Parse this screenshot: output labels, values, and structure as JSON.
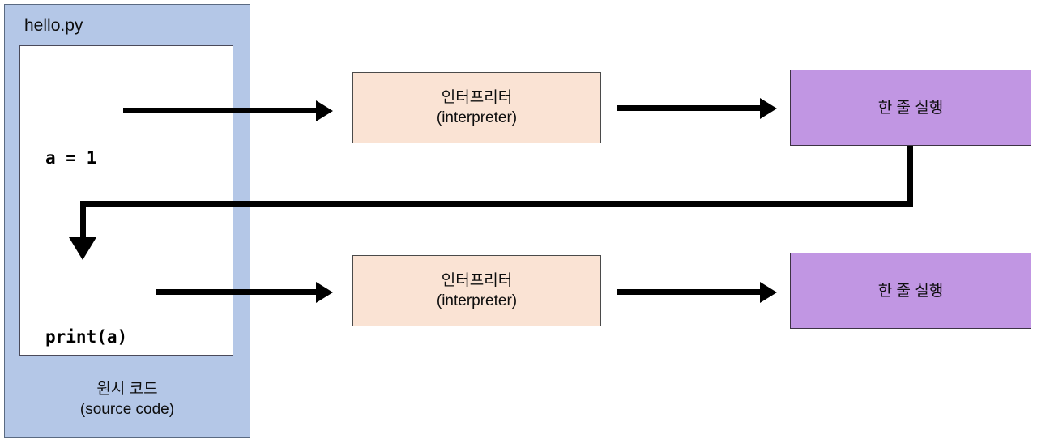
{
  "diagram": {
    "title": "Python interpreter line-by-line execution flow",
    "colors": {
      "source_container_fill": "#b4c7e7",
      "source_container_border": "#5a6a82",
      "code_area_fill": "#ffffff",
      "code_area_border": "#4a4a5a",
      "interpreter_fill": "#fae3d4",
      "interpreter_border": "#4a4a4a",
      "execute_fill": "#c196e3",
      "execute_border": "#3d3344",
      "arrow_color": "#000000",
      "text_color": "#0d0d0d",
      "background": "#ffffff"
    }
  },
  "source": {
    "file_title": "hello.py",
    "code_lines": [
      {
        "text": "a = 1"
      },
      {
        "text": "print(a)"
      }
    ],
    "caption_korean": "원시 코드",
    "caption_english": "(source code)"
  },
  "rows": [
    {
      "interpreter_korean": "인터프리터",
      "interpreter_english": "(interpreter)",
      "execute_label": "한 줄 실행"
    },
    {
      "interpreter_korean": "인터프리터",
      "interpreter_english": "(interpreter)",
      "execute_label": "한 줄 실행"
    }
  ],
  "arrows": {
    "line1_to_interpreter": "arrow-right",
    "interpreter1_to_execute": "arrow-right",
    "line2_to_interpreter": "arrow-right",
    "interpreter2_to_execute": "arrow-right",
    "feedback_loop": "arrow-down-next-line"
  }
}
